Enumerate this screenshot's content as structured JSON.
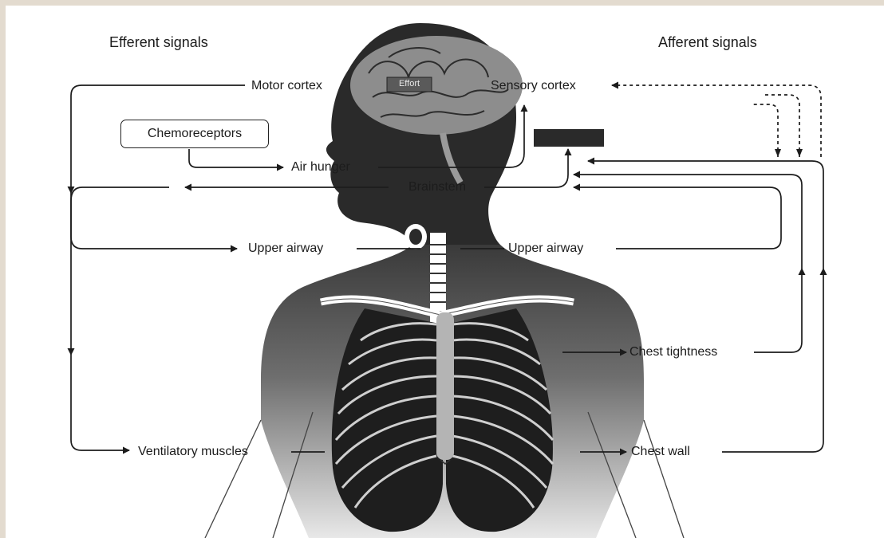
{
  "headers": {
    "efferent": "Efferent signals",
    "afferent": "Afferent signals"
  },
  "labels": {
    "motor_cortex": "Motor cortex",
    "effort": "Effort",
    "sensory_cortex": "Sensory cortex",
    "chemoreceptors": "Chemoreceptors",
    "air_hunger": "Air hunger",
    "brainstem": "Brainstem",
    "upper_airway_left": "Upper airway",
    "upper_airway_right": "Upper airway",
    "chest_tightness": "Chest tightness",
    "ventilatory_muscles": "Ventilatory muscles",
    "chest_wall": "Chest wall"
  },
  "colors": {
    "background": "#e3dbcf",
    "ink": "#1c1c1c",
    "silhouette": "#2a2a2a"
  }
}
